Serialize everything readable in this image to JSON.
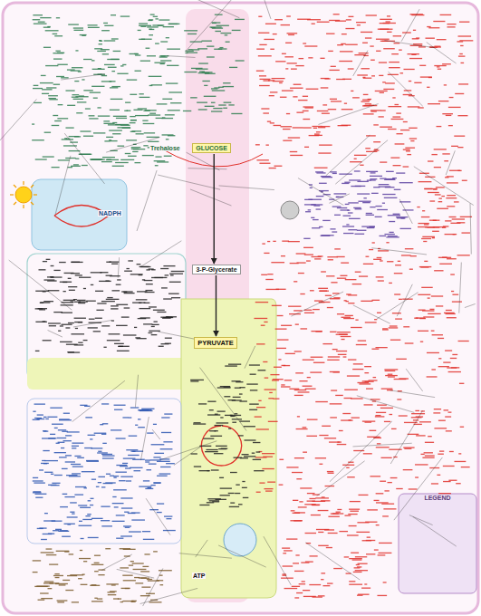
{
  "diagram": {
    "nodes": [
      {
        "text": [
          "GLUCOSE"
        ]
      },
      {
        "text": [
          "3-P-Glycerate"
        ]
      },
      {
        "text": [
          "PYRUVATE"
        ]
      },
      {
        "text": [
          "LEGEND"
        ]
      }
    ],
    "edges": [
      {
        "from": 0,
        "to": 1,
        "arrow": "to"
      },
      {
        "from": 1,
        "to": 2,
        "arrow": "to"
      }
    ],
    "labels": [
      "Trehalose",
      "NADPH",
      "ATP"
    ]
  }
}
